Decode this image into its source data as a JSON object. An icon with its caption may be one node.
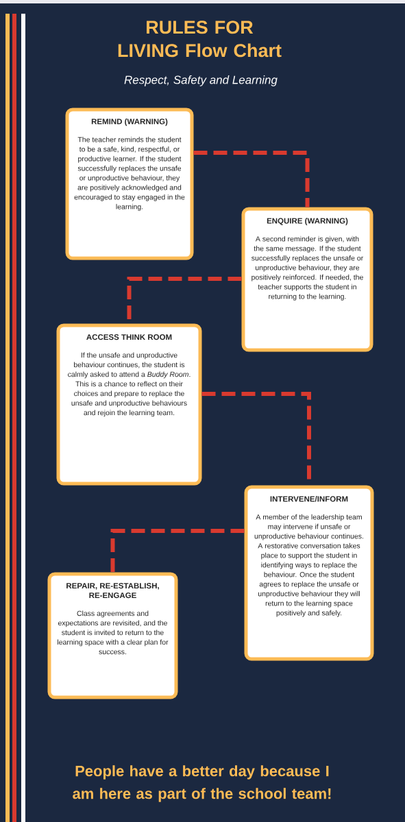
{
  "diagram": {
    "title": "RULES FOR LIVING Flow Chart",
    "caption": "People have a better day because I am here as part of the school team!",
    "labels": [
      "Respect, Safety and Learning"
    ],
    "nodes": [
      {
        "text": [
          "REMIND (WARNING)",
          "The teacher reminds the student to be a safe, kind, respectful, or productive learner. If the student successfully replaces the unsafe or unproductive behaviour, they are positively acknowledged and encouraged to stay engaged in the learning."
        ]
      },
      {
        "text": [
          "ENQUIRE (WARNING)",
          "A second reminder is given, with the same message. If the student successfully replaces the unsafe or unproductive behaviour, they are positively reinforced. If needed, the teacher supports the student in returning to the learning."
        ]
      },
      {
        "text": [
          "ACCESS THINK ROOM",
          "If the unsafe and unproductive behaviour continues, the student is calmly asked to attend a *Buddy Room*. This is a chance to reflect on their choices and prepare to replace the unsafe and unproductive behaviours and rejoin the learning team."
        ]
      },
      {
        "text": [
          "INTERVENE/INFORM",
          "A member of the leadership team may intervene if unsafe or unproductive behaviour continues. A restorative conversation takes place to support the student in identifying ways to replace the behaviour. Once the student agrees to replace the unsafe or unproductive behaviour they will return to the learning space positively and safely."
        ]
      },
      {
        "text": [
          "REPAIR, RE-ESTABLISH, RE-ENGAGE",
          "Class agreements and expectations are revisited, and the student is invited to return to the learning space with a clear plan for success."
        ]
      }
    ],
    "edges": [
      {
        "from": 0,
        "to": 1,
        "arrow": "none",
        "style": "dashed"
      },
      {
        "from": 1,
        "to": 2,
        "arrow": "none",
        "style": "dashed"
      },
      {
        "from": 2,
        "to": 3,
        "arrow": "none",
        "style": "dashed"
      },
      {
        "from": 3,
        "to": 4,
        "arrow": "none",
        "style": "dashed"
      }
    ]
  }
}
